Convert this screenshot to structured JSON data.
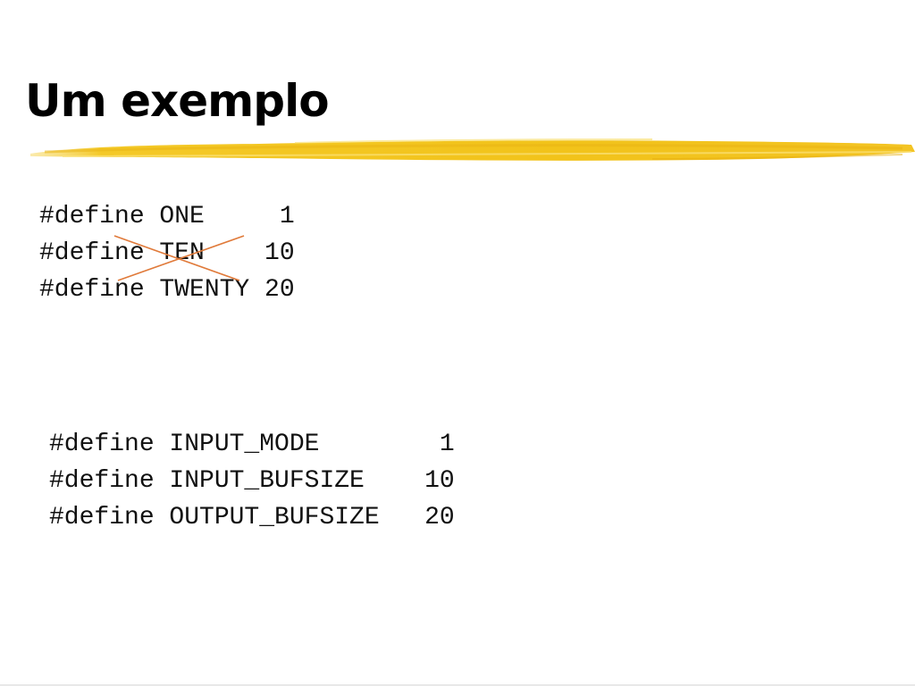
{
  "slide": {
    "title": "Um exemplo",
    "accent_color": "#f2c31a"
  },
  "code_block_1": {
    "lines": [
      "#define ONE     1",
      "#define TEN    10",
      "#define TWENTY 20"
    ],
    "crossed_out": true,
    "cross_color": "#e07a3a"
  },
  "code_block_2": {
    "lines": [
      "#define INPUT_MODE        1",
      "#define INPUT_BUFSIZE    10",
      "#define OUTPUT_BUFSIZE   20"
    ]
  }
}
